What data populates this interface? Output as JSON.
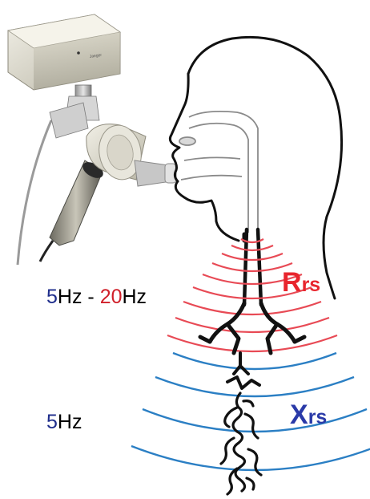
{
  "labels": {
    "range_low_digit": "5",
    "range_low_unit": "Hz - ",
    "range_high_digit": "20",
    "range_high_unit": "Hz",
    "single_digit": "5",
    "single_unit": "Hz",
    "resistance_main": "R",
    "resistance_sub": "rs",
    "reactance_main": "X",
    "reactance_sub": "rs"
  },
  "device": {
    "brand_text": "Jaeger"
  },
  "colors": {
    "resistance": "#e8252d",
    "reactance": "#2a3aa8",
    "wave_red": "#e84a55",
    "wave_blue": "#2b7fc4",
    "outline": "#111111"
  },
  "icons": {
    "device": "oscillometry-device-icon",
    "head": "head-profile-icon",
    "airway": "airway-tree-icon"
  }
}
